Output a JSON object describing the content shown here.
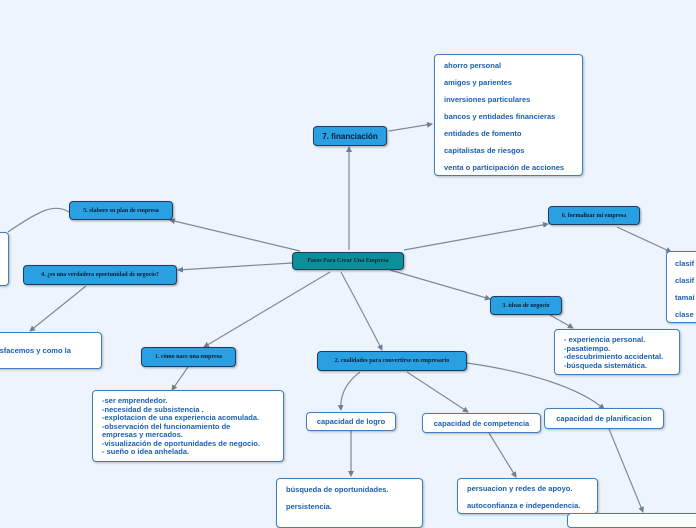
{
  "central": "Pasos Para Crear Una Empresa",
  "branches": {
    "financiacion": {
      "label": "7. financiación",
      "items": [
        "ahorro personal",
        "amigos y parientes",
        "inversiones particulares",
        "bancos y entidades financieras",
        "entidades de fomento",
        "capitalistas de riesgos",
        "venta o participación de acciones"
      ]
    },
    "plan": {
      "label": "5. elabore su plan de empresa"
    },
    "oportunidad": {
      "label": "4. ¿es una verdadera oportunidad de negocio?",
      "item": "tisfacemos y como la"
    },
    "formalizar": {
      "label": "6. formalizar mi empresa",
      "items": [
        "clasif",
        "clasif",
        "tamaí",
        "clase"
      ]
    },
    "ideas": {
      "label": "3. ideas de negocio",
      "items": [
        "- experiencia personal.",
        "-pasatiempo.",
        "-descubrimiento accidental.",
        "-búsqueda sistemática."
      ]
    },
    "nace": {
      "label": "1. cómo nace una empresa",
      "items": [
        "-ser emprendedor.",
        "-necesidad de subsistencia .",
        "-explotacion de una experiencia acomulada.",
        "-observación del funcionamiento de",
        "empresas y mercados.",
        "-visualización de oportunidades de negocio.",
        "- sueño o idea anhelada."
      ]
    },
    "cualidades": {
      "label": "2. cualidades para convertirse en empresario",
      "logro": {
        "label": "capacidad de logro",
        "items": [
          "búsqueda de oportunidades.",
          "persistencia."
        ]
      },
      "competencia": {
        "label": "capacidad de competencia",
        "items": [
          "persuacion y redes  de apoyo.",
          "autoconfianza e independencia."
        ]
      },
      "planificacion": {
        "label": "capacidad de planificacion"
      }
    }
  }
}
